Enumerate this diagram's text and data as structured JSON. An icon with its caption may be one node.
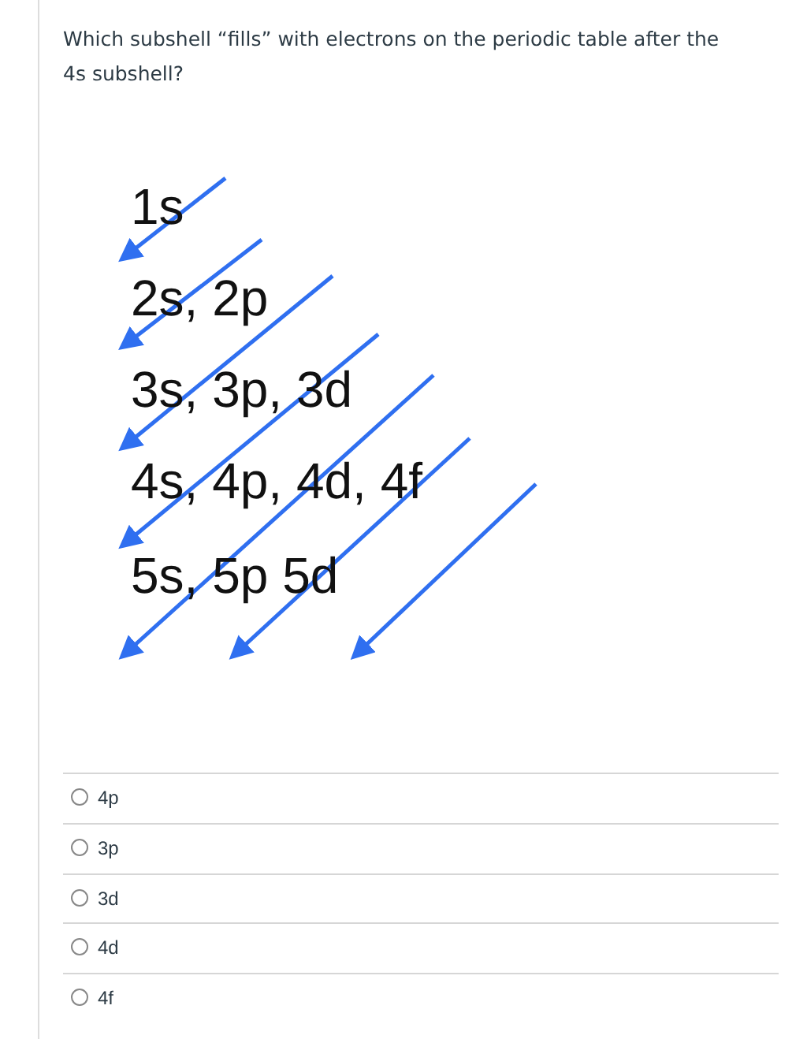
{
  "diagram": {
    "title": "Which subshell “fills” with electrons on the periodic table after the 4s subshell?",
    "labels": [
      "1s",
      "2s, 2p",
      "3s, 3p, 3d",
      "4s, 4p, 4d, 4f",
      "5s, 5p 5d",
      "4p",
      "3p",
      "3d",
      "4d",
      "4f"
    ]
  }
}
